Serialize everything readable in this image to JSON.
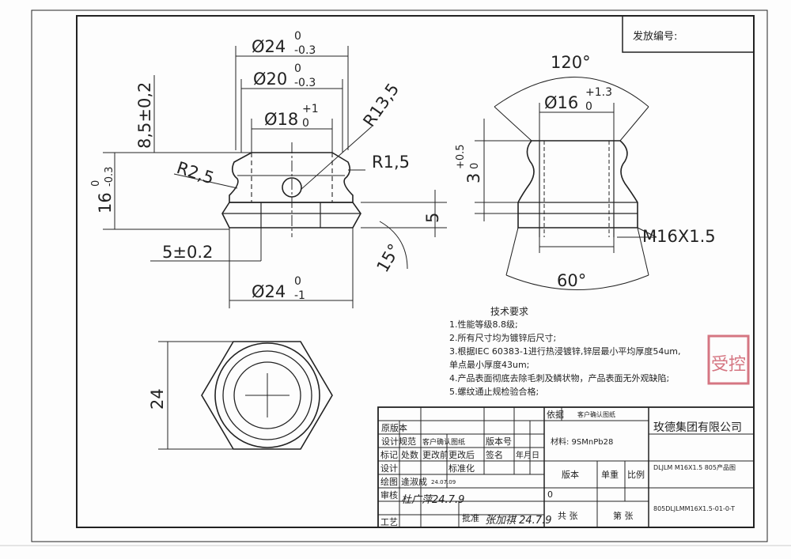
{
  "header": {
    "issue_no_label": "发放编号:"
  },
  "front_view": {
    "dia_top": "Ø24",
    "dia_top_tol_up": "0",
    "dia_top_tol_low": "-0.3",
    "dia_mid": "Ø20",
    "dia_mid_tol_up": "0",
    "dia_mid_tol_low": "-0.3",
    "dia_inner": "Ø18",
    "dia_inner_tol_up": "+1",
    "dia_inner_tol_low": "0",
    "radius_large": "R13,5",
    "radius_small": "R1,5",
    "radius_mid": "R2,5",
    "height_top": "8,5±0,2",
    "height_total": "16",
    "height_total_tol_up": "0",
    "height_total_tol_low": "-0.3",
    "hex_height": "5±0.2",
    "dia_bottom": "Ø24",
    "dia_bottom_tol_up": "0",
    "dia_bottom_tol_low": "-1",
    "right_dim": "5",
    "angle": "15°"
  },
  "section_view": {
    "angle_top": "120°",
    "dia": "Ø16",
    "dia_tol_up": "+1.3",
    "dia_tol_low": "0",
    "depth": "3",
    "depth_tol_up": "+0.5",
    "depth_tol_low": "0",
    "thread": "M16X1.5",
    "angle_bottom": "60°"
  },
  "bottom_view": {
    "width": "24"
  },
  "tech_requirements": {
    "title": "技术要求",
    "items": [
      "1.性能等级8.8级;",
      "2.所有尺寸均为镀锌后尺寸;",
      "3.根据IEC 60383-1进行热浸镀锌,锌层最小平均厚度54um,",
      "单点最小厚度43um;",
      "4.产品表面彻底去除毛刺及鳞状物，产品表面无外观缺陷;",
      "5.螺纹通止规检验合格;"
    ]
  },
  "stamp": {
    "text": "受控"
  },
  "title_block": {
    "basis_label": "依据",
    "basis_value": "客户确认图纸",
    "original_version": "原版本",
    "design_spec_label": "设计规范",
    "design_spec_value": "客户确认图纸",
    "version_label": "版本号",
    "headers": [
      "标记",
      "处数",
      "更改前",
      "更改后",
      "签名",
      "年月日"
    ],
    "design": "设计",
    "standardization": "标准化",
    "drawing": "绘图",
    "drawing_name": "逄淑成",
    "drawing_date": "24.07.09",
    "review": "审核",
    "review_sign": "杜广萍24.7.9",
    "process": "工艺",
    "approve": "批准",
    "approve_sign": "张加祺 24.7.9",
    "material": "材料: 9SMnPb28",
    "company": "玫德集团有限公司",
    "product_name": "DLJLM M16X1.5 805产品图",
    "version_col": "版本",
    "unit_weight": "单重",
    "scale": "比例",
    "version_value": "0",
    "total_sheets": "共 张",
    "sheet_no": "第 张",
    "drawing_no": "805DLJLMM16X1.5-01-0-T"
  }
}
